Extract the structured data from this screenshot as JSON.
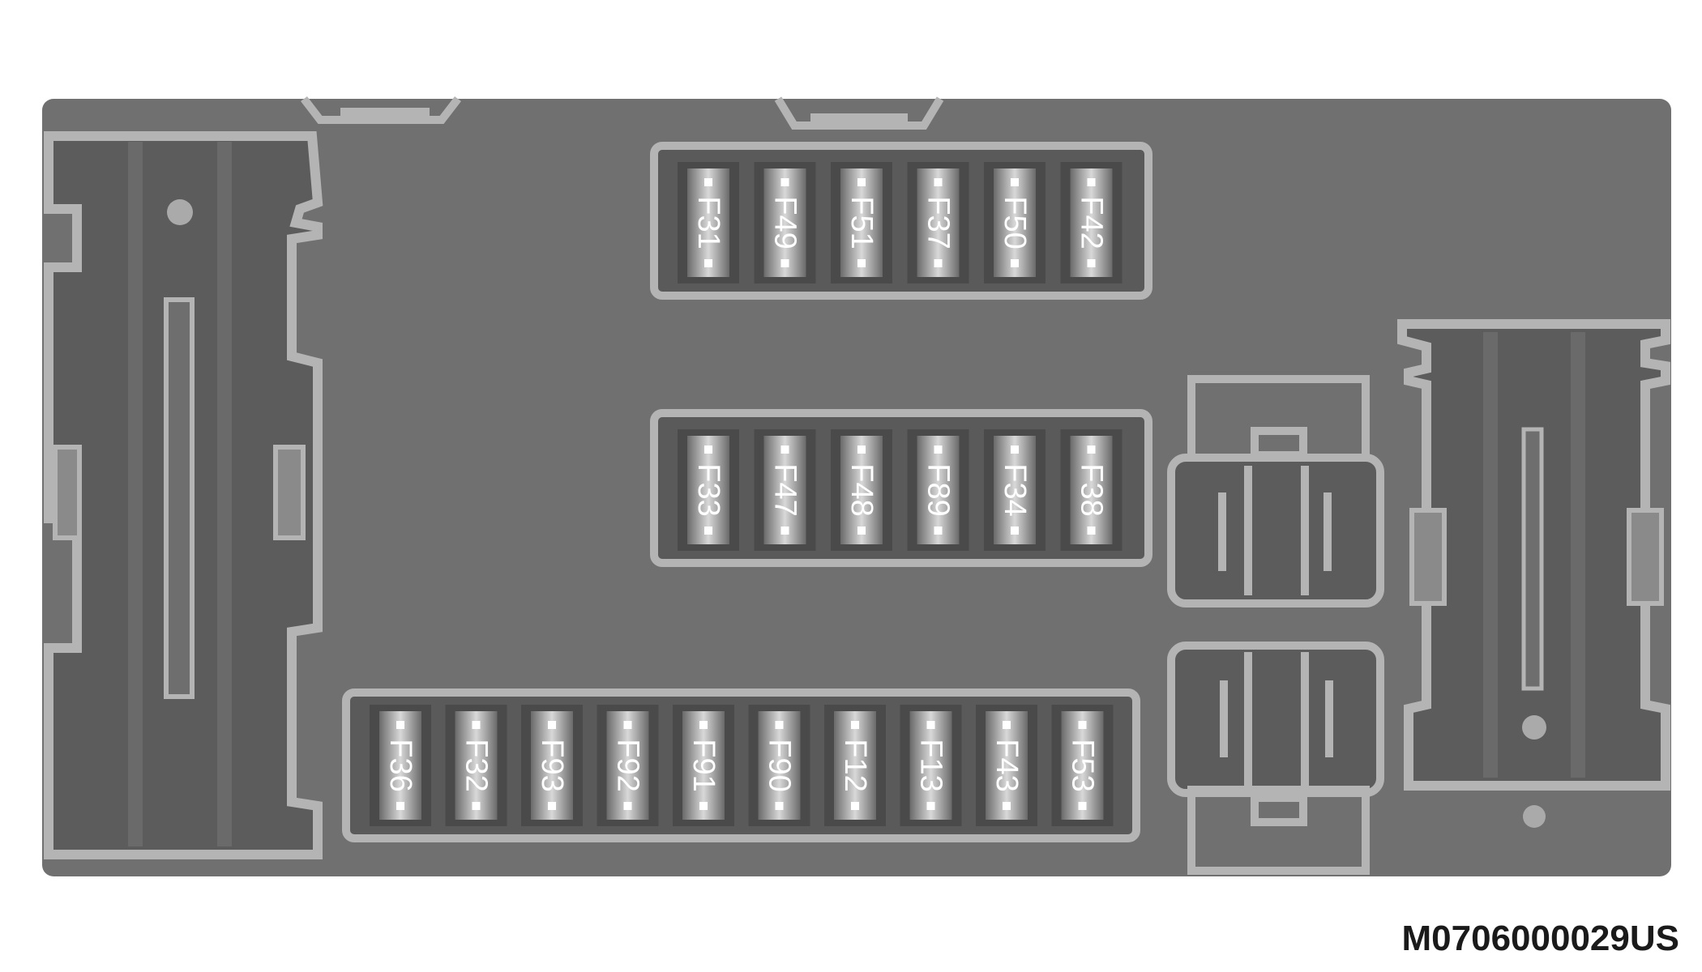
{
  "colors": {
    "board": "#707070",
    "outline": "#b4b4b4",
    "dark": "#5c5c5c",
    "fuse_body": "#555555"
  },
  "fuse_rows": [
    [
      "F31",
      "F49",
      "F51",
      "F37",
      "F50",
      "F42"
    ],
    [
      "F33",
      "F47",
      "F48",
      "F89",
      "F34",
      "F38"
    ],
    [
      "F36",
      "F32",
      "F93",
      "F92",
      "F91",
      "F90",
      "F12",
      "F13",
      "F43",
      "F53"
    ]
  ],
  "reference_code": "M0706000029US"
}
